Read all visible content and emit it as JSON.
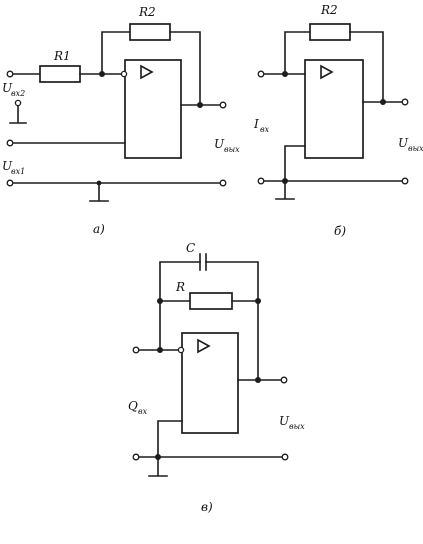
{
  "circuit_a": {
    "caption": "a)",
    "r1_label": "R1",
    "r2_label": "R2",
    "in2": {
      "main": "U",
      "sub": "вх2"
    },
    "in1": {
      "main": "U",
      "sub": "вх1"
    },
    "out": {
      "main": "U",
      "sub": "вых"
    }
  },
  "circuit_b": {
    "caption": "б)",
    "r2_label": "R2",
    "in": {
      "main": "I",
      "sub": "вх"
    },
    "out": {
      "main": "U",
      "sub": "вых"
    }
  },
  "circuit_c": {
    "caption": "в)",
    "c_label": "C",
    "r_label": "R",
    "in": {
      "main": "Q",
      "sub": "вх"
    },
    "out": {
      "main": "U",
      "sub": "вых"
    }
  }
}
